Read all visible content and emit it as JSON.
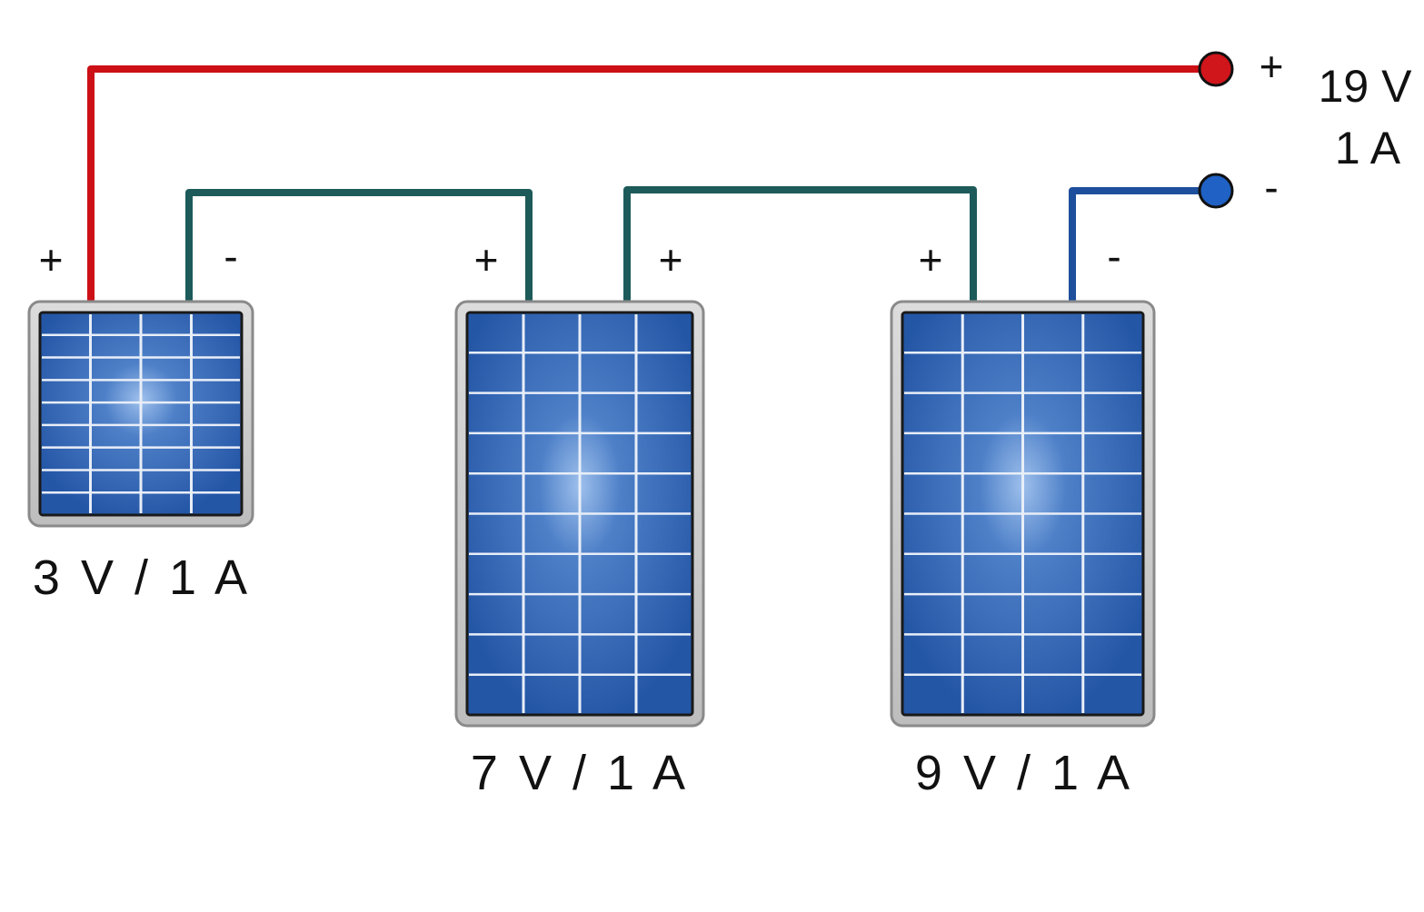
{
  "panels": [
    {
      "label": "3 V / 1 A",
      "plus": "+",
      "minus": "-"
    },
    {
      "label": "7 V / 1 A",
      "plus": "+",
      "minus": "+"
    },
    {
      "label": "9 V / 1 A",
      "plus": "+",
      "minus": "-"
    }
  ],
  "output": {
    "plus_sign": "+",
    "minus_sign": "-",
    "voltage": "19 V",
    "current": "1 A"
  },
  "colors": {
    "positive_wire": "#cc1016",
    "negative_wire": "#1d4f9c",
    "link_wire": "#1d5a5a",
    "cell_blue": "#2f63b0",
    "frame": "#c8c8c8"
  }
}
